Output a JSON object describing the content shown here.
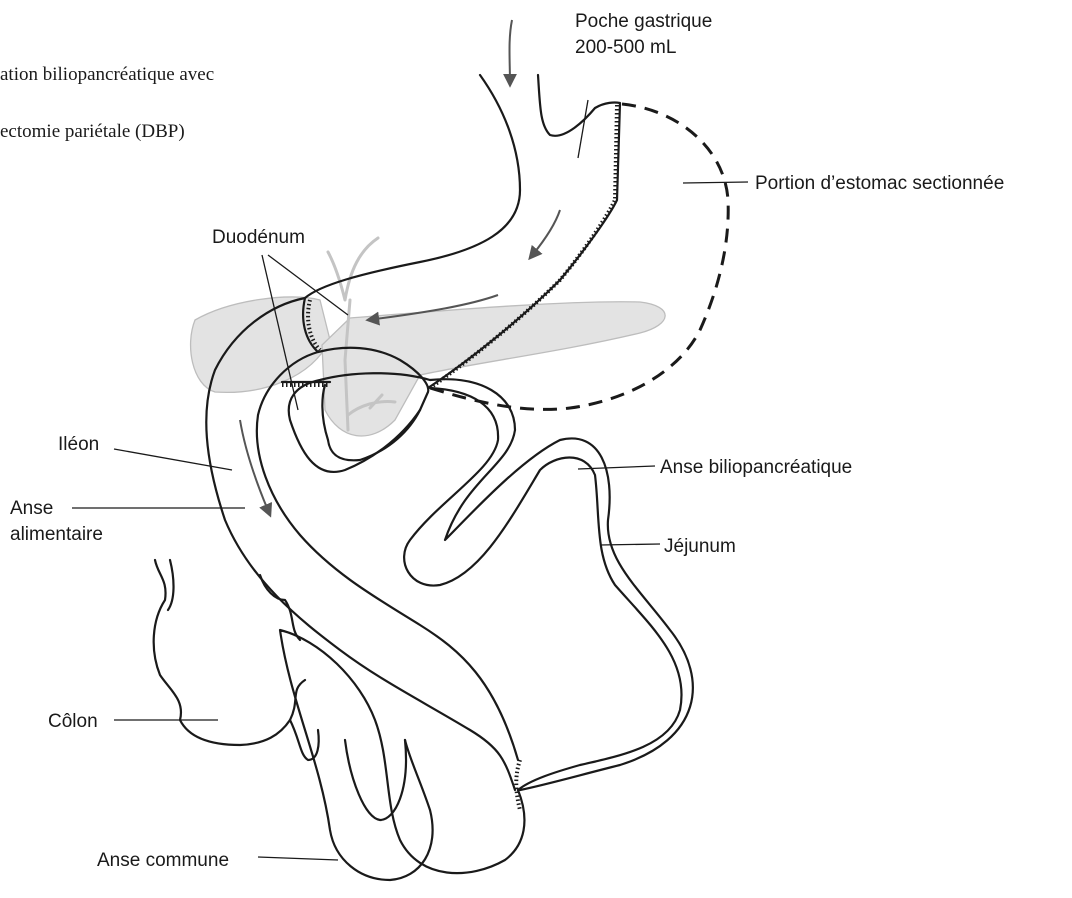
{
  "caption": {
    "line1": "ation biliopancréatique avec",
    "line2": "ectomie pariétale (DBP)"
  },
  "labels": {
    "poche_line1": "Poche gastrique",
    "poche_line2": "200-500 mL",
    "portion": "Portion d’estomac sectionnée",
    "duodenum": "Duodénum",
    "ileon": "Iléon",
    "anse_alim_line1": "Anse",
    "anse_alim_line2": "alimentaire",
    "anse_bilio": "Anse biliopancréatique",
    "jejunum": "Jéjunum",
    "colon": "Côlon",
    "anse_commune": "Anse commune"
  }
}
